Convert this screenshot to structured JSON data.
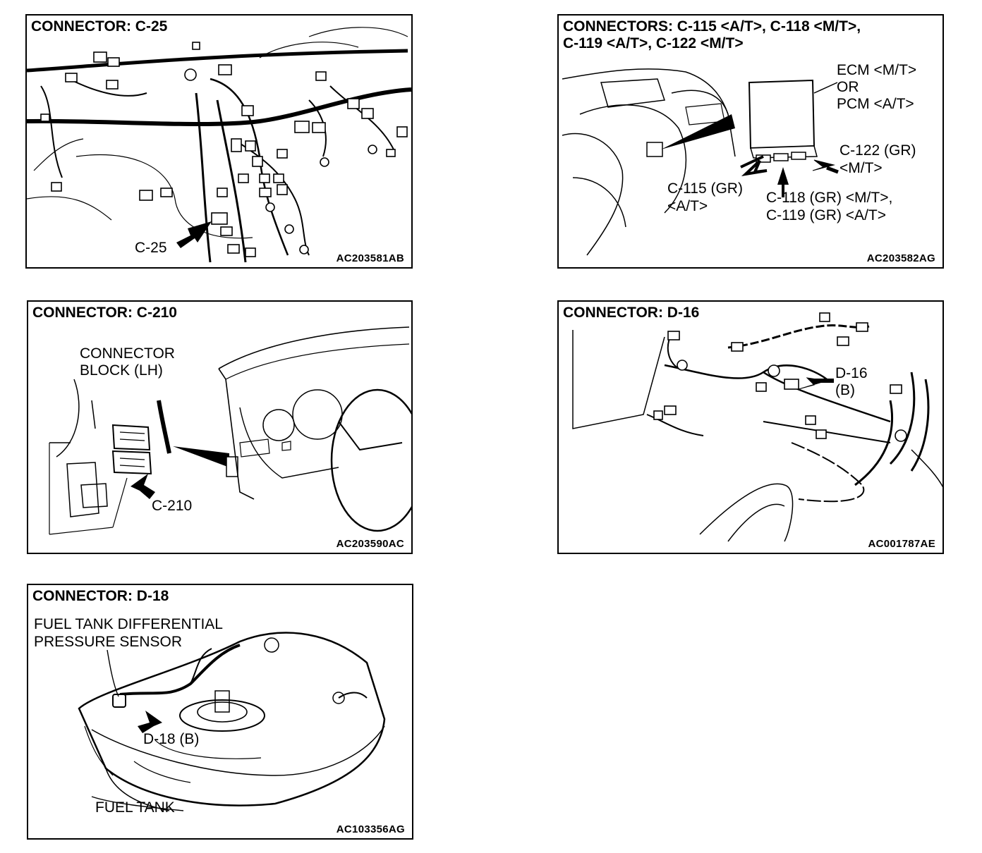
{
  "panels": [
    {
      "title": "CONNECTOR: C-25",
      "code": "AC203581AB",
      "labels": {
        "c25": "C-25"
      }
    },
    {
      "title_line1": "CONNECTORS: C-115 <A/T>, C-118 <M/T>,",
      "title_line2": "C-119 <A/T>, C-122 <M/T>",
      "code": "AC203582AG",
      "labels": {
        "ecm_1": "ECM <M/T>",
        "ecm_2": "OR",
        "ecm_3": "PCM <A/T>",
        "c122_1": "C-122 (GR)",
        "c122_2": "<M/T>",
        "c115_1": "C-115 (GR)",
        "c115_2": "<A/T>",
        "c118_1": "C-118 (GR) <M/T>,",
        "c118_2": "C-119 (GR) <A/T>"
      }
    },
    {
      "title": "CONNECTOR: C-210",
      "code": "AC203590AC",
      "labels": {
        "block_1": "CONNECTOR",
        "block_2": "BLOCK (LH)",
        "c210": "C-210"
      }
    },
    {
      "title": "CONNECTOR: D-16",
      "code": "AC001787AE",
      "labels": {
        "d16_1": "D-16",
        "d16_2": "(B)"
      }
    },
    {
      "title": "CONNECTOR: D-18",
      "code": "AC103356AG",
      "labels": {
        "sensor_1": "FUEL TANK DIFFERENTIAL",
        "sensor_2": "PRESSURE SENSOR",
        "d18": "D-18 (B)",
        "tank": "FUEL TANK"
      }
    }
  ]
}
